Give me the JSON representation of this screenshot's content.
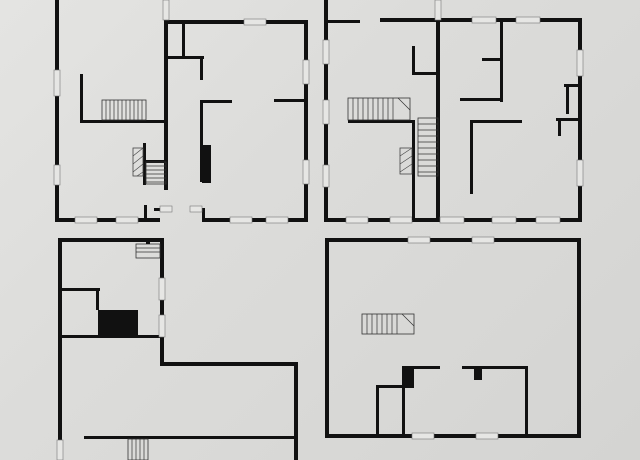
{
  "sheet": {
    "description_labels": [],
    "colors": {
      "paper": "#e0e0de",
      "ink": "#111111",
      "window": "#e6e6e4"
    }
  },
  "plans": [
    {
      "name": "floor-plan-top-left"
    },
    {
      "name": "floor-plan-top-right"
    },
    {
      "name": "floor-plan-bottom-left"
    },
    {
      "name": "floor-plan-bottom-right"
    }
  ]
}
